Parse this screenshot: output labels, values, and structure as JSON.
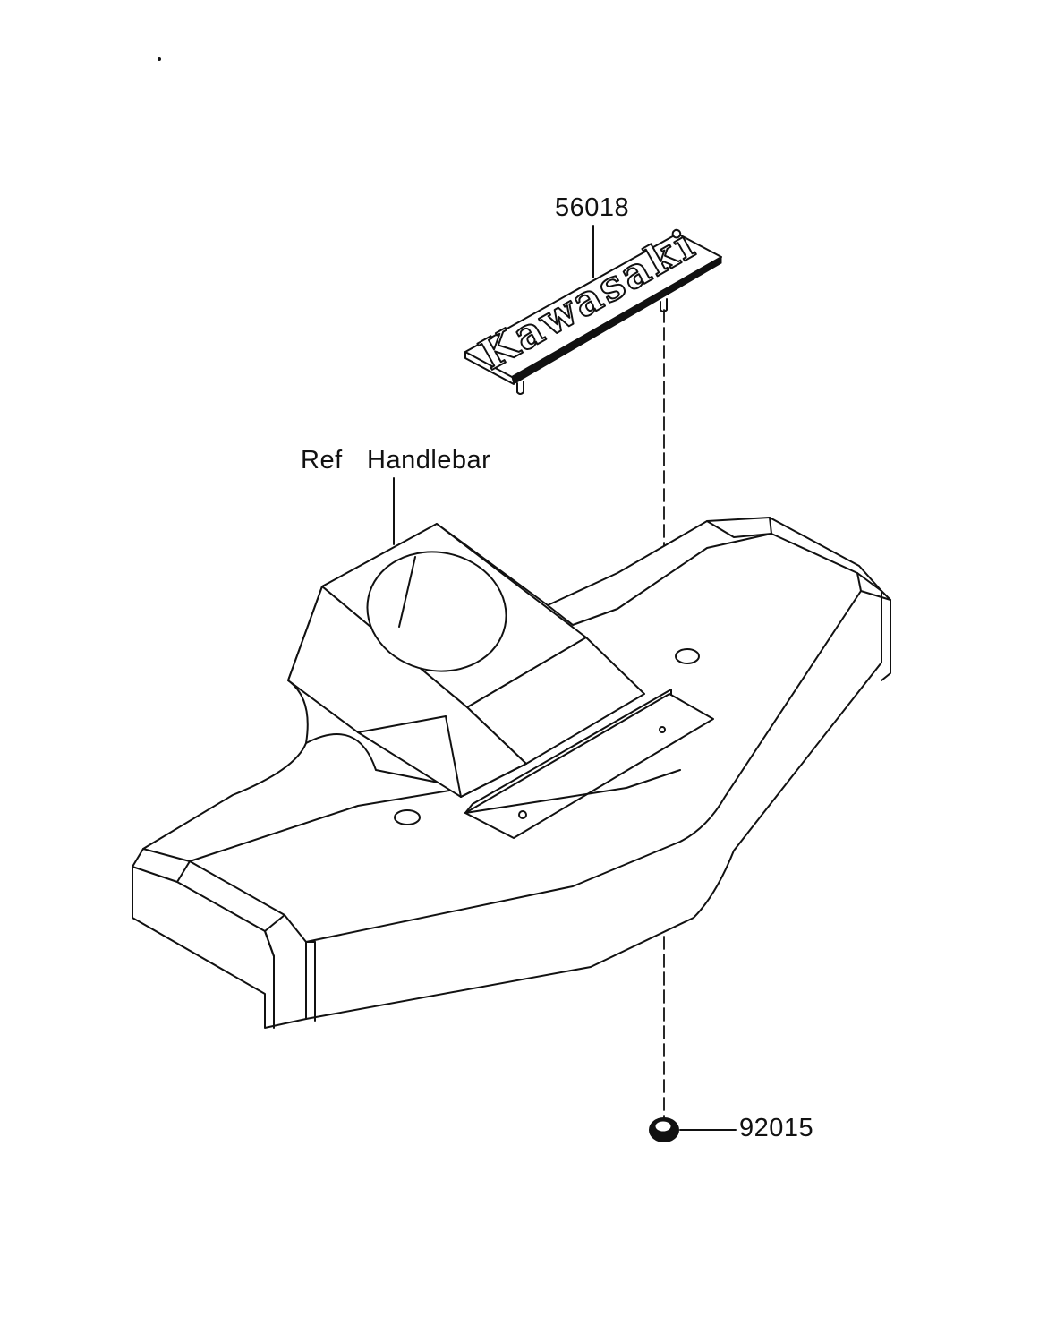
{
  "labels": {
    "emblem_part_number": "56018",
    "reference_prefix": "Ref",
    "reference_part": "Handlebar",
    "nut_part_number": "92015"
  },
  "emblem": {
    "brand_text": "Kawasaki"
  }
}
